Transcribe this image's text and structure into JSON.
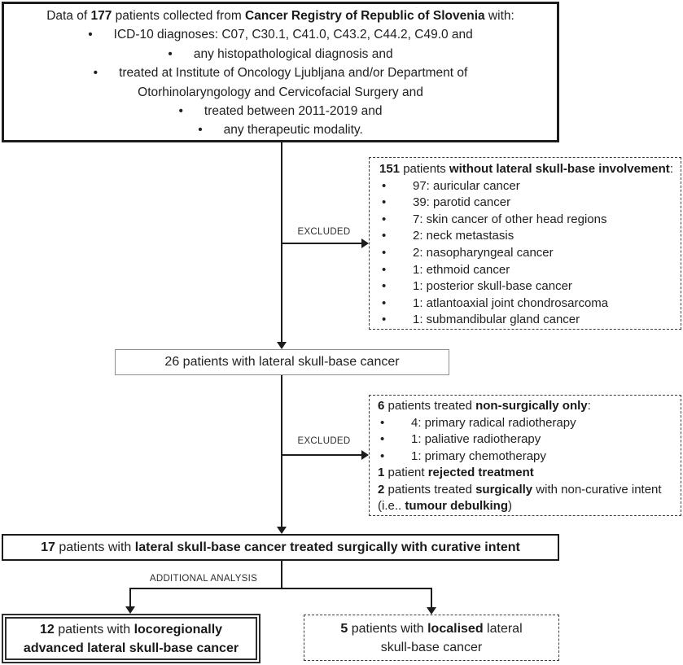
{
  "glyphs": {
    "bullet": "•"
  },
  "colors": {
    "line": "#1c1c1c",
    "text": "#212121",
    "light_border": "#8f8f8f"
  },
  "labels": {
    "excluded": "EXCLUDED",
    "additional_analysis": "ADDITIONAL ANALYSIS"
  },
  "registry_box": {
    "line1": [
      [
        "Data of ",
        0
      ],
      [
        "177",
        1
      ],
      [
        " patients collected from ",
        0
      ],
      [
        "Cancer Registry of Republic of Slovenia",
        1
      ],
      [
        " with:",
        0
      ]
    ],
    "bullet1": "ICD-10 diagnoses: C07, C30.1, C41.0, C43.2, C44.2, C49.0 and",
    "bullet2": "any histopathological diagnosis and",
    "bullet3": "treated at Institute of Oncology Ljubljana and/or Department of",
    "bullet3_cont": "Otorhinolaryngology and Cervicofacial Surgery and",
    "bullet4": "treated between 2011-2019 and",
    "bullet5": "any therapeutic modality."
  },
  "excluded_box1": {
    "header": [
      [
        "151",
        1
      ],
      [
        " patients ",
        0
      ],
      [
        "without lateral skull-base involvement",
        1
      ],
      [
        ":",
        0
      ]
    ],
    "items": [
      "97: auricular cancer",
      "39: parotid cancer",
      "7: skin cancer of other head regions",
      "2: neck metastasis",
      "2: nasopharyngeal cancer",
      "1: ethmoid cancer",
      "1: posterior skull-base cancer",
      "1: atlantoaxial joint chondrosarcoma",
      "1: submandibular gland cancer"
    ]
  },
  "box26": {
    "text": "26 patients with lateral skull-base cancer"
  },
  "excluded_box2": {
    "header": [
      [
        "6",
        1
      ],
      [
        " patients treated ",
        0
      ],
      [
        "non-surgically only",
        1
      ],
      [
        ":",
        0
      ]
    ],
    "items": [
      "4: primary radical radiotherapy",
      "1: paliative radiotherapy",
      "1: primary chemotherapy"
    ],
    "line_rejected": [
      [
        "1",
        1
      ],
      [
        " patient ",
        0
      ],
      [
        "rejected treatment",
        1
      ]
    ],
    "line_surgical": [
      [
        "2",
        1
      ],
      [
        " patients treated ",
        0
      ],
      [
        "surgically",
        1
      ],
      [
        " with non-curative intent",
        0
      ]
    ],
    "line_debulking": [
      [
        "(i.e.. ",
        0
      ],
      [
        "tumour debulking",
        1
      ],
      [
        ")",
        0
      ]
    ]
  },
  "box17": {
    "line": [
      [
        "17",
        1
      ],
      [
        " patients with ",
        0
      ],
      [
        "lateral skull-base cancer treated surgically with curative intent",
        1
      ]
    ]
  },
  "bottom_left_box": {
    "line1": [
      [
        "12",
        1
      ],
      [
        " patients with ",
        0
      ],
      [
        "locoregionally",
        1
      ]
    ],
    "line2": [
      [
        "advanced lateral skull-base cancer",
        1
      ]
    ]
  },
  "bottom_right_box": {
    "line1": [
      [
        "5",
        1
      ],
      [
        " patients with ",
        0
      ],
      [
        "localised",
        1
      ],
      [
        " lateral",
        0
      ]
    ],
    "line2": "skull-base cancer"
  }
}
